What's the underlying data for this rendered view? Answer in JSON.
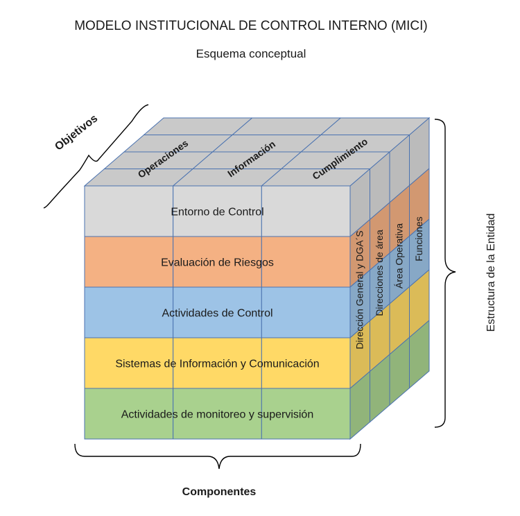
{
  "title": "MODELO INSTITUCIONAL DE CONTROL INTERNO (MICI)",
  "subtitle": "Esquema conceptual",
  "axes": {
    "objetivos_label": "Objetivos",
    "componentes_label": "Componentes",
    "estructura_label": "Estructura de la Entidad"
  },
  "objetivos": [
    "Operaciones",
    "Información",
    "Cumplimiento"
  ],
  "componentes": [
    {
      "label": "Entorno de Control",
      "color": "#d9d9d9"
    },
    {
      "label": "Evaluación de Riesgos",
      "color": "#f4b183"
    },
    {
      "label": "Actividades de Control",
      "color": "#9dc3e6"
    },
    {
      "label": "Sistemas de Información y Comunicación",
      "color": "#ffd966"
    },
    {
      "label": "Actividades de monitoreo y supervisión",
      "color": "#a9d18e"
    }
  ],
  "estructura": [
    "Dirección General y DGA´S",
    "Direcciones de área",
    "Área Operativa",
    "Funciones"
  ],
  "colors": {
    "top_face": "#c9c9c9",
    "grid_line": "#4a72b0",
    "bracket": "#000000"
  }
}
